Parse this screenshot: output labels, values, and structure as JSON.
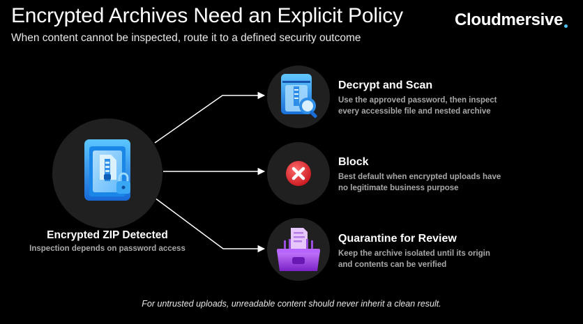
{
  "header": {
    "title": "Encrypted Archives Need an Explicit Policy",
    "subtitle": "When content cannot be inspected, route it to a defined security outcome"
  },
  "brand": {
    "name": "Cloudmersive",
    "accent_color": "#4fc3f7"
  },
  "source": {
    "icon": "encrypted-zip-icon",
    "title": "Encrypted ZIP Detected",
    "subtitle": "Inspection depends on password access"
  },
  "options": [
    {
      "icon": "decrypt-scan-icon",
      "title": "Decrypt and Scan",
      "description": "Use the approved password, then inspect every accessible file and nested archive"
    },
    {
      "icon": "block-icon",
      "title": "Block",
      "description": "Best default when encrypted uploads have no legitimate business purpose"
    },
    {
      "icon": "quarantine-icon",
      "title": "Quarantine for Review",
      "description": "Keep the archive isolated until its origin and contents can be verified"
    }
  ],
  "footer": {
    "note": "For untrusted uploads, unreadable content should never inherit a clean result."
  },
  "colors": {
    "background": "#000000",
    "circle": "#202020",
    "muted_text": "#a8a8a8",
    "block_red": "#e0282e",
    "quarantine_purple": "#a34fe6",
    "scan_blue": "#2e9bf0"
  }
}
